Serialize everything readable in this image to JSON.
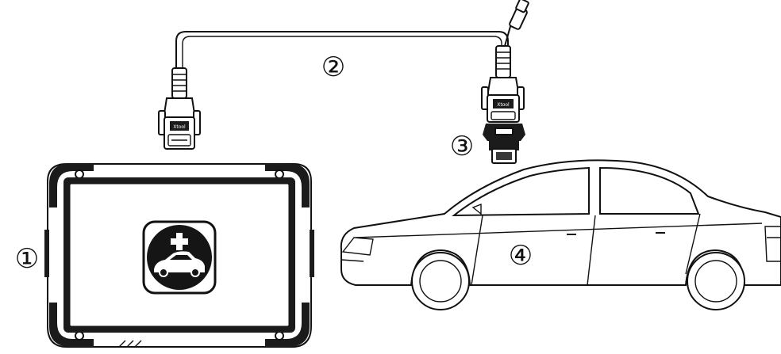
{
  "callouts": [
    {
      "id": "tablet",
      "label": "①"
    },
    {
      "id": "cable",
      "label": "②"
    },
    {
      "id": "adapter",
      "label": "③"
    },
    {
      "id": "car",
      "label": "④"
    }
  ],
  "connector_brand": "Xtool",
  "icons": {
    "tablet_app": "car-diagnostic-app-icon",
    "plus": "plus-icon",
    "car": "sedan-car-icon"
  }
}
